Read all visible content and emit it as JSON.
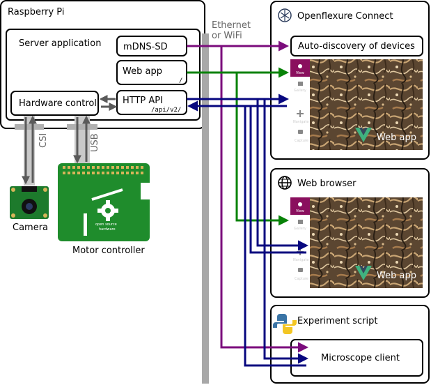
{
  "colors": {
    "purple": "#7b0c7c",
    "green": "#078207",
    "navy": "#07077f",
    "gray": "#5a5a5a",
    "pcb": "#1f8c2c",
    "accent_view": "#8a0f5e"
  },
  "raspberry_pi": {
    "title": "Raspberry Pi",
    "server_app": "Server application",
    "mdns": "mDNS-SD",
    "web_app": "Web app",
    "web_app_path": "/",
    "http_api": "HTTP API",
    "http_api_path": "/api/v2/",
    "hardware_control": "Hardware control"
  },
  "ethernet_label": [
    "Ethernet",
    "or WiFi"
  ],
  "csi_label": "CSI",
  "usb_label": "USB",
  "camera_label": "Camera",
  "motor_label": "Motor controller",
  "motor_board_text": [
    "open source",
    "hardware"
  ],
  "openflexure_connect": {
    "title": "Openflexure Connect",
    "icon": "openflexure-logo-icon",
    "auto_discovery": "Auto-discovery of devices",
    "web_app": "Web app"
  },
  "web_browser": {
    "title": "Web browser",
    "icon": "globe-icon",
    "web_app": "Web app"
  },
  "experiment_script": {
    "title": "Experiment script",
    "icon": "python-logo-icon",
    "client": "Microscope client"
  },
  "app_sidebar": [
    "View",
    "Gallery",
    "Navigate",
    "Capture"
  ]
}
